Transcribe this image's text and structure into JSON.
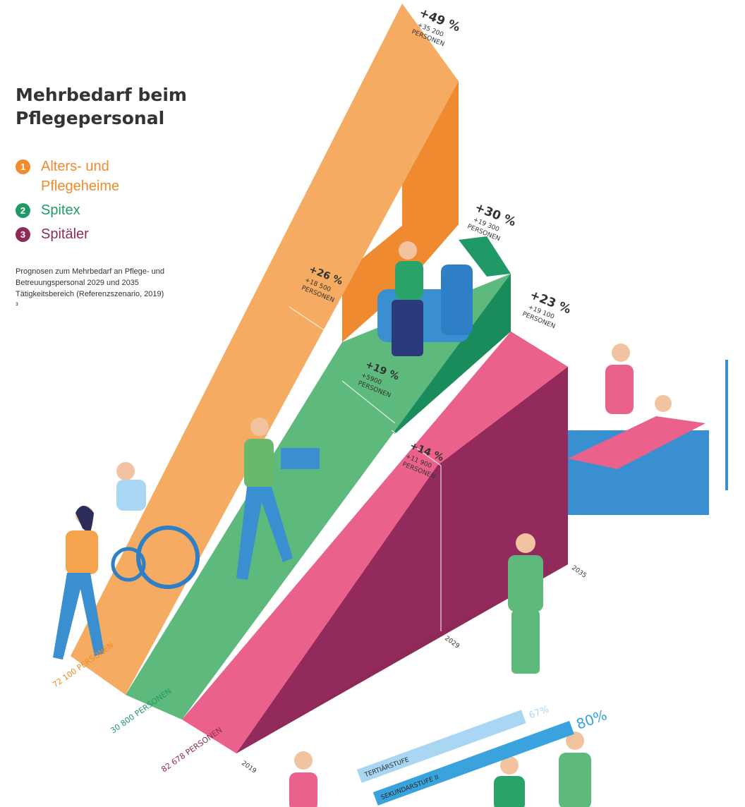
{
  "title": "Mehrbedarf beim Pflegepersonal",
  "legend": [
    {
      "num": "1",
      "label": "Alters- und Pflegeheime",
      "color": "#f08a2c"
    },
    {
      "num": "2",
      "label": "Spitex",
      "color": "#1f9a66"
    },
    {
      "num": "3",
      "label": "Spitäler",
      "color": "#8f2a58"
    }
  ],
  "note": "Prognosen zum Mehrbedarf an Pflege- und Betreuungs­personal 2029 und 2035 Tätigkeitsbereich (Referenz­szenario, 2019) ³",
  "chart_data": {
    "type": "bar",
    "title": "Mehrbedarf beim Pflegepersonal",
    "categories": [
      "2019",
      "2029",
      "2035"
    ],
    "unit": "PERSONEN",
    "series": [
      {
        "name": "Alters- und Pflegeheime",
        "color": "#f5a95e",
        "side_color": "#ef8a30",
        "base_label": "72 100 PERSONEN",
        "points": [
          {
            "year": "2029",
            "pct": "+26 %",
            "count": "+18 500",
            "unit": "PERSONEN"
          },
          {
            "year": "2035",
            "pct": "+49 %",
            "count": "+35 200",
            "unit": "PERSONEN"
          }
        ]
      },
      {
        "name": "Spitex",
        "color": "#5fb77c",
        "side_color": "#1f9a66",
        "base_label": "30 800 PERSONEN",
        "points": [
          {
            "year": "2029",
            "pct": "+19 %",
            "count": "+5900",
            "unit": "PERSONEN"
          },
          {
            "year": "2035",
            "pct": "+30 %",
            "count": "+19 300",
            "unit": "PERSONEN"
          }
        ]
      },
      {
        "name": "Spitäler",
        "color": "#e9628a",
        "side_color": "#8f2a58",
        "base_label": "82 678 PERSONEN",
        "points": [
          {
            "year": "2029",
            "pct": "+14 %",
            "count": "+11 900",
            "unit": "PERSONEN"
          },
          {
            "year": "2035",
            "pct": "+23 %",
            "count": "+19 100",
            "unit": "PERSONEN"
          }
        ]
      }
    ],
    "education_bars": [
      {
        "label": "TERTIÄRSTUFE",
        "value": 67,
        "display": "67%",
        "color": "#a9d6f3"
      },
      {
        "label": "SEKUNDARSTUFE II",
        "value": 80,
        "display": "80%",
        "color": "#3aa2dd"
      }
    ]
  }
}
